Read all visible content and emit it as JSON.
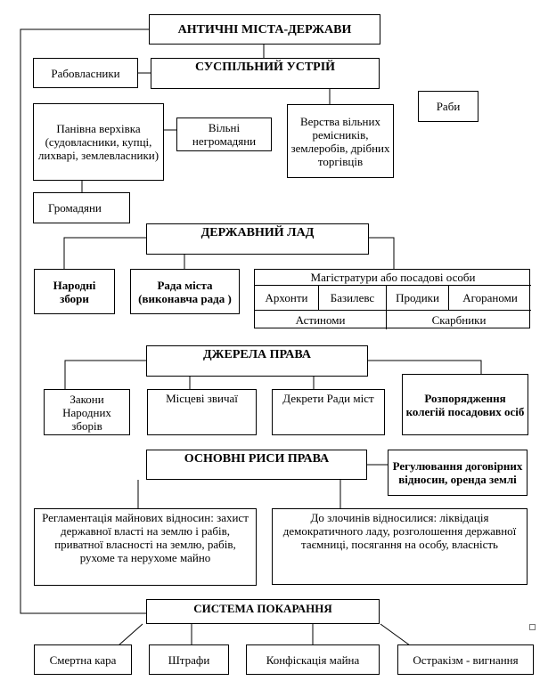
{
  "title": "АНТИЧНІ МІСТА-ДЕРЖАВИ",
  "social": {
    "header": "СУСПІЛЬНИЙ УСТРІЙ",
    "slave_owners": "Рабовласники",
    "elite": "Панівна верхівка (судовласники, купці, лихварі, землевласники)",
    "free_non_citizens": "Вільні негромадяни",
    "free_layers": "Верства вільних ремісників, землеробів, дрібних торгівців",
    "slaves": "Раби",
    "citizens": "Громадяни"
  },
  "state": {
    "header": "ДЕРЖАВНИЙ ЛАД",
    "assembly": "Народні збори",
    "council": "Рада міста (виконавча рада )",
    "magistrates": {
      "header": "Магістратури або посадові особи",
      "archons": "Архонти",
      "basileus": "Базилевс",
      "prodiki": "Продики",
      "agoranomi": "Агораноми",
      "astynomi": "Астиноми",
      "treasurers": "Скарбники"
    }
  },
  "sources": {
    "header": "ДЖЕРЕЛА ПРАВА",
    "laws": "Закони Народних зборів",
    "customs": "Місцеві звичаї",
    "decrees": "Декрети Ради міст",
    "orders": "Розпорядження колегій посадових осіб"
  },
  "features": {
    "header": "ОСНОВНІ РИСИ ПРАВА",
    "contracts": "Регулювання договірних відносин, оренда землі",
    "property": "Регламентація майнових відносин: захист державної власті на землю і рабів, приватної власності на землю, рабів,  рухоме та нерухоме майно",
    "crimes": "До злочинів відносилися: ліквідація демократичного ладу, розголошення державної таємниці, посягання на особу, власність"
  },
  "punishment": {
    "header": "СИСТЕМА ПОКАРАННЯ",
    "death": "Смертна кара",
    "fines": "Штрафи",
    "confiscation": "Конфіскація майна",
    "ostracism": "Остракізм - вигнання"
  }
}
